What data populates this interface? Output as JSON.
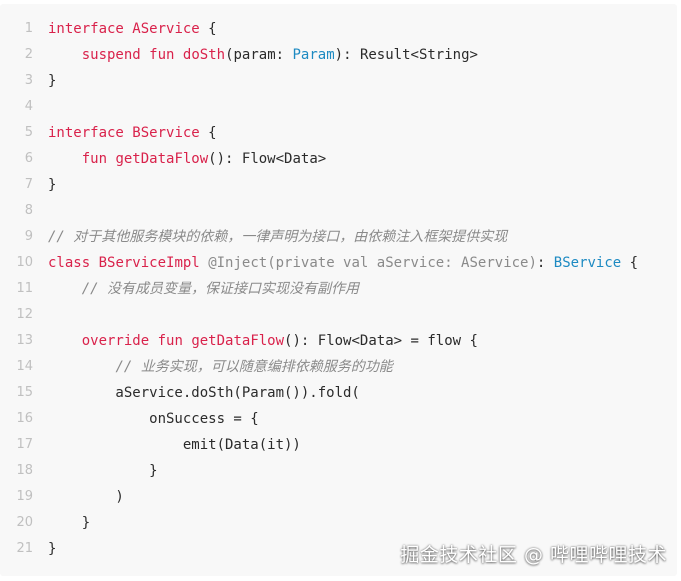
{
  "colors": {
    "background": "#f8f8f8",
    "keyword": "#d9224b",
    "type": "#1d8ac2",
    "comment": "#8a8a8a",
    "text": "#2b2b2b",
    "line_number": "#c0c0c0"
  },
  "lines": [
    {
      "n": "1",
      "tokens": [
        [
          "kw",
          "interface"
        ],
        [
          "t",
          " "
        ],
        [
          "fn",
          "AService"
        ],
        [
          "t",
          " {"
        ]
      ]
    },
    {
      "n": "2",
      "tokens": [
        [
          "t",
          "    "
        ],
        [
          "kw",
          "suspend"
        ],
        [
          "t",
          " "
        ],
        [
          "kw",
          "fun"
        ],
        [
          "t",
          " "
        ],
        [
          "fn",
          "doSth"
        ],
        [
          "t",
          "(param: "
        ],
        [
          "type",
          "Param"
        ],
        [
          "t",
          "): Result<String>"
        ]
      ]
    },
    {
      "n": "3",
      "tokens": [
        [
          "t",
          "}"
        ]
      ]
    },
    {
      "n": "4",
      "tokens": []
    },
    {
      "n": "5",
      "tokens": [
        [
          "kw",
          "interface"
        ],
        [
          "t",
          " "
        ],
        [
          "fn",
          "BService"
        ],
        [
          "t",
          " {"
        ]
      ]
    },
    {
      "n": "6",
      "tokens": [
        [
          "t",
          "    "
        ],
        [
          "kw",
          "fun"
        ],
        [
          "t",
          " "
        ],
        [
          "fn",
          "getDataFlow"
        ],
        [
          "t",
          "(): Flow<Data>"
        ]
      ]
    },
    {
      "n": "7",
      "tokens": [
        [
          "t",
          "}"
        ]
      ]
    },
    {
      "n": "8",
      "tokens": []
    },
    {
      "n": "9",
      "tokens": [
        [
          "cm",
          "// 对于其他服务模块的依赖，一律声明为接口，由依赖注入框架提供实现"
        ]
      ]
    },
    {
      "n": "10",
      "tokens": [
        [
          "kw",
          "class"
        ],
        [
          "t",
          " "
        ],
        [
          "fn",
          "BServiceImpl"
        ],
        [
          "t",
          " "
        ],
        [
          "ann",
          "@Inject(private val aService: AService)"
        ],
        [
          "t",
          ": "
        ],
        [
          "type",
          "BService"
        ],
        [
          "t",
          " {"
        ]
      ]
    },
    {
      "n": "11",
      "tokens": [
        [
          "t",
          "    "
        ],
        [
          "cm",
          "// 没有成员变量，保证接口实现没有副作用"
        ]
      ]
    },
    {
      "n": "12",
      "tokens": []
    },
    {
      "n": "13",
      "tokens": [
        [
          "t",
          "    "
        ],
        [
          "kw",
          "override"
        ],
        [
          "t",
          " "
        ],
        [
          "kw",
          "fun"
        ],
        [
          "t",
          " "
        ],
        [
          "fn",
          "getDataFlow"
        ],
        [
          "t",
          "(): Flow<Data> = flow {"
        ]
      ]
    },
    {
      "n": "14",
      "tokens": [
        [
          "t",
          "        "
        ],
        [
          "cm",
          "// 业务实现，可以随意编排依赖服务的功能"
        ]
      ]
    },
    {
      "n": "15",
      "tokens": [
        [
          "t",
          "        aService.doSth(Param()).fold("
        ]
      ]
    },
    {
      "n": "16",
      "tokens": [
        [
          "t",
          "            onSuccess = {"
        ]
      ]
    },
    {
      "n": "17",
      "tokens": [
        [
          "t",
          "                emit(Data(it))"
        ]
      ]
    },
    {
      "n": "18",
      "tokens": [
        [
          "t",
          "            }"
        ]
      ]
    },
    {
      "n": "19",
      "tokens": [
        [
          "t",
          "        )"
        ]
      ]
    },
    {
      "n": "20",
      "tokens": [
        [
          "t",
          "    }"
        ]
      ]
    },
    {
      "n": "21",
      "tokens": [
        [
          "t",
          "}"
        ]
      ]
    }
  ],
  "watermark": "掘金技术社区 @ 哔哩哔哩技术"
}
